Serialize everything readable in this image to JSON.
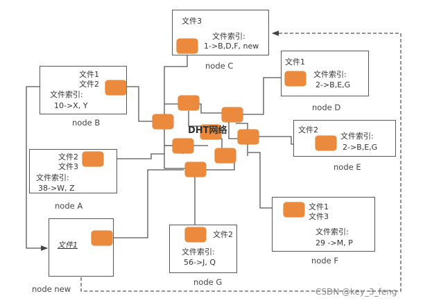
{
  "title": "DHT网络",
  "colors": {
    "node": "#EB8A3C",
    "line": "#555555"
  },
  "nodes": {
    "C": {
      "label": "node C",
      "files": [
        "文件3"
      ],
      "index_title": "文件索引:",
      "index": "1->B,D,F, new"
    },
    "B": {
      "label": "node B",
      "files": [
        "文件1",
        "文件2"
      ],
      "index_title": "文件索引:",
      "index": "10->X, Y"
    },
    "D": {
      "label": "node D",
      "files": [
        "文件1"
      ],
      "index_title": "文件索引:",
      "index": "2->B,E,G"
    },
    "E": {
      "label": "node E",
      "files": [
        "文件2"
      ],
      "index_title": "文件索引:",
      "index": "2->B,E,G"
    },
    "A": {
      "label": "node A",
      "files": [
        "文件2",
        "文件3"
      ],
      "index_title": "文件索引:",
      "index": "38->W, Z"
    },
    "F": {
      "label": "node F",
      "files": [
        "文件1",
        "文件3"
      ],
      "index_title": "文件索引:",
      "index": "29 ->M, P"
    },
    "G": {
      "label": "node G",
      "files": [
        "文件2"
      ],
      "index_title": "文件索引:",
      "index": "56->J, Q"
    },
    "new": {
      "label": "node new",
      "files": [
        "文件1"
      ]
    }
  },
  "watermark": "CSDN @key_3_feng"
}
